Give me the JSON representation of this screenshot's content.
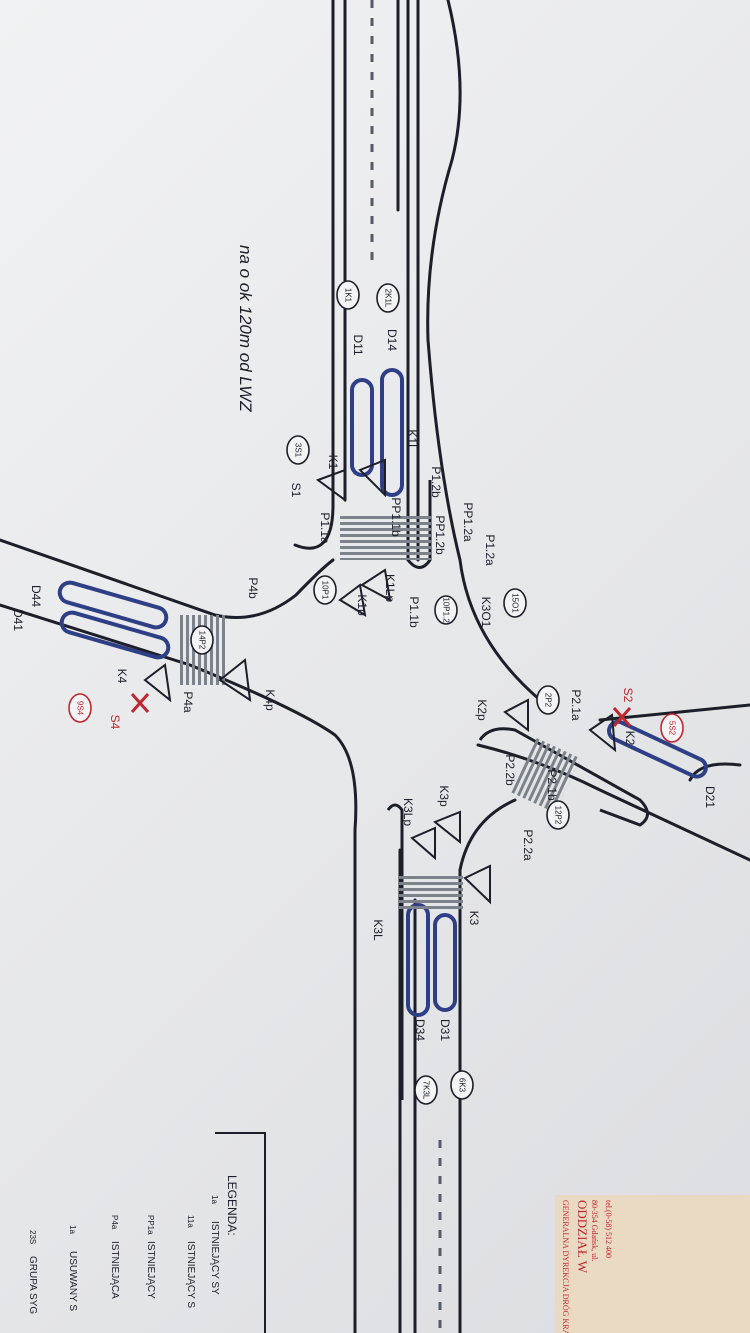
{
  "note": "na o ok 120m od LWZ",
  "colors": {
    "ink": "#1c1f2a",
    "lane": "#2f3f86",
    "red": "#c0262d",
    "paper": "#eeeff0",
    "stamp_bg": "#ead9c3",
    "stripe": "#8b8f96"
  },
  "labels": [
    {
      "id": "1K1",
      "text": "1K1",
      "circled": true
    },
    {
      "id": "2K1L",
      "text": "2K1L",
      "circled": true
    },
    {
      "id": "D14",
      "text": "D14"
    },
    {
      "id": "D11",
      "text": "D11"
    },
    {
      "id": "3S1",
      "text": "3S1",
      "circled": true
    },
    {
      "id": "S1",
      "text": "S1"
    },
    {
      "id": "K1",
      "text": "K1"
    },
    {
      "id": "K1L",
      "text": "K1L"
    },
    {
      "id": "P1.2b",
      "text": "P1.2b"
    },
    {
      "id": "PP1.1b",
      "text": "PP1.1b"
    },
    {
      "id": "PP1.2a",
      "text": "PP1.2a"
    },
    {
      "id": "PP1.2b",
      "text": "PP1.2b"
    },
    {
      "id": "P1.2a",
      "text": "P1.2a"
    },
    {
      "id": "P1.1a",
      "text": "P1.1a"
    },
    {
      "id": "10P1",
      "text": "10P1",
      "circled": true
    },
    {
      "id": "10P12",
      "text": "10P1.2",
      "circled": true
    },
    {
      "id": "K1Lp",
      "text": "K1Lp"
    },
    {
      "id": "K1p",
      "text": "K1p"
    },
    {
      "id": "P1.1b",
      "text": "P1.1b"
    },
    {
      "id": "K3O1",
      "text": "K3O1"
    },
    {
      "id": "15O1",
      "text": "15O1",
      "circled": true
    },
    {
      "id": "D44",
      "text": "D44"
    },
    {
      "id": "D41",
      "text": "D41"
    },
    {
      "id": "P4b",
      "text": "P4b"
    },
    {
      "id": "14P2",
      "text": "14P2",
      "circled": true
    },
    {
      "id": "K4",
      "text": "K4"
    },
    {
      "id": "P4a",
      "text": "P4a"
    },
    {
      "id": "K4p",
      "text": "K4p"
    },
    {
      "id": "9S4",
      "text": "9S4",
      "circled": true,
      "red": true
    },
    {
      "id": "S4",
      "text": "S4",
      "red": true
    },
    {
      "id": "K2p",
      "text": "K2p"
    },
    {
      "id": "2P2",
      "text": "2P2",
      "circled": true
    },
    {
      "id": "P2.1a",
      "text": "P2.1a"
    },
    {
      "id": "S2",
      "text": "S2",
      "red": true
    },
    {
      "id": "K2",
      "text": "K2"
    },
    {
      "id": "5S2",
      "text": "5S2",
      "circled": true,
      "red": true
    },
    {
      "id": "P2.1b",
      "text": "P2.1b"
    },
    {
      "id": "P2.2b",
      "text": "P2.2b"
    },
    {
      "id": "12P2",
      "text": "12P2",
      "circled": true
    },
    {
      "id": "P2.2a",
      "text": "P2.2a"
    },
    {
      "id": "D21",
      "text": "D21"
    },
    {
      "id": "K3p",
      "text": "K3p"
    },
    {
      "id": "K3Lp",
      "text": "K3Lp"
    },
    {
      "id": "K3L",
      "text": "K3L"
    },
    {
      "id": "K3",
      "text": "K3"
    },
    {
      "id": "D31",
      "text": "D31"
    },
    {
      "id": "D34",
      "text": "D34"
    },
    {
      "id": "6K3",
      "text": "6K3",
      "circled": true
    },
    {
      "id": "7K3L",
      "text": "7K3L",
      "circled": true
    }
  ],
  "legend": {
    "title": "LEGENDA:",
    "rows": [
      {
        "tag": "1a",
        "text": "ISTNIEJĄCY SY"
      },
      {
        "tag": "11a",
        "text": "ISTNIEJĄCY S"
      },
      {
        "tag": "PP1a",
        "text": "ISTNIEJĄCY"
      },
      {
        "tag": "P4a",
        "text": "ISTNIEJĄCA"
      },
      {
        "tag": "1a",
        "text": "USUWANY S"
      },
      {
        "tag": "23S",
        "text": "GRUPA SYG"
      }
    ]
  },
  "stamp": {
    "line1": "GENERALNA DYREKCJA DRÓG KRA",
    "line2": "ODDZIAŁ W",
    "line3": "80-354 Gdańsk, ul.",
    "line4": "tel.(0-58) 512 400"
  }
}
